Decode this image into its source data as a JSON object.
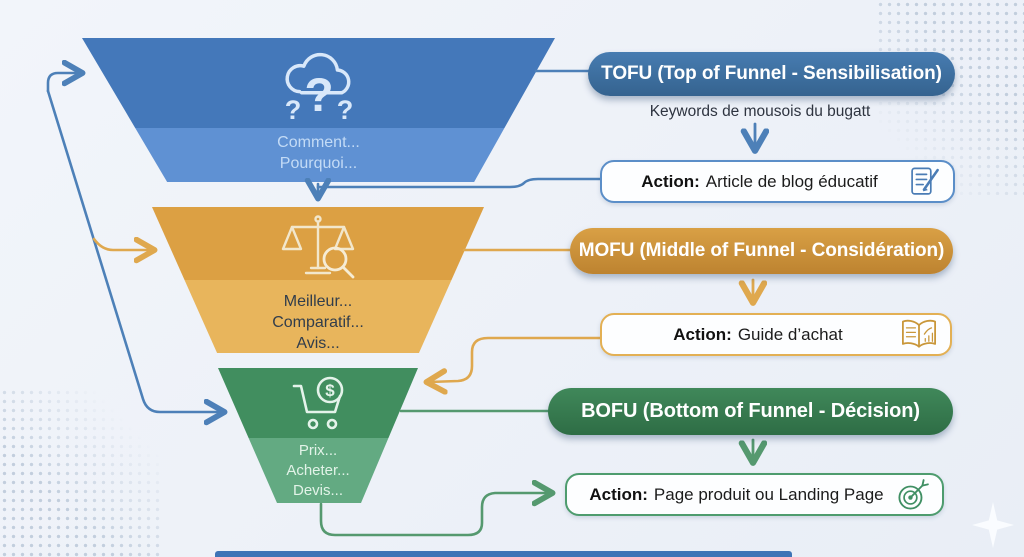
{
  "stages": [
    {
      "id": "tofu",
      "pill_label": "TOFU (Top of Funnel - Sensibilisation)",
      "funnel_lines": [
        "Comment...",
        "Pourquoi..."
      ],
      "icon": "cloud-questions-icon"
    },
    {
      "id": "mofu",
      "pill_label": "MOFU (Middle of Funnel - Considération)",
      "funnel_lines": [
        "Meilleur...",
        "Comparatif...",
        "Avis..."
      ],
      "icon": "scale-magnifier-icon"
    },
    {
      "id": "bofu",
      "pill_label": "BOFU (Bottom of Funnel - Décision)",
      "funnel_lines": [
        "Prix...",
        "Acheter...",
        "Devis..."
      ],
      "icon": "cart-dollar-icon"
    }
  ],
  "keywords_note": "Keywords de mousois du bugatt",
  "actions": [
    {
      "prefix": "Action:",
      "label": "Article de blog éducatif",
      "icon": "memo-pencil-icon"
    },
    {
      "prefix": "Action:",
      "label": "Guide d’achat",
      "icon": "open-book-icon"
    },
    {
      "prefix": "Action:",
      "label": "Page produit ou Landing Page",
      "icon": "target-dart-icon"
    }
  ],
  "icon_glyphs": {
    "question_mark": "?",
    "dollar": "$"
  },
  "colors": {
    "background": "#edf1f8",
    "tofu_dark": "#4478ba",
    "tofu_light": "#5f91d3",
    "tofu_pill": "#3a6da1",
    "mofu_dark": "#dca043",
    "mofu_light": "#e8b55c",
    "mofu_pill": "#cc8f35",
    "bofu_dark": "#418e5f",
    "bofu_light": "#63aa82",
    "bofu_pill": "#378151",
    "connector_blue": "#4d80b8",
    "connector_orange": "#dfa84e",
    "connector_green": "#55996f"
  }
}
